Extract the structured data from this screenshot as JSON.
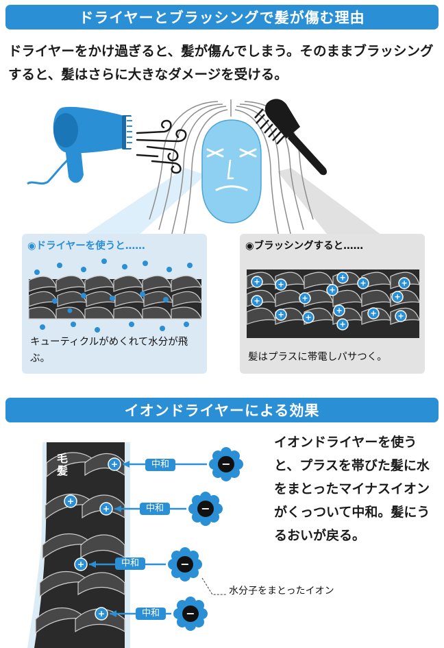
{
  "colors": {
    "accent": "#2a8fd4",
    "banner": "#2a8fd4",
    "face": "#8dd0f2",
    "dark_hair": "#1f1f1f",
    "light_panel": "#dbe9f5",
    "gray_panel": "#e3e3e3"
  },
  "section1": {
    "title": "ドライヤーとブラッシングで髪が傷む理由",
    "intro": "ドライヤーをかけ過ぎると、髪が傷んでしまう。そのままブラッシングすると、髪はさらに大きなダメージを受ける。",
    "icons": [
      "hair-dryer-icon",
      "brush-icon",
      "face-icon",
      "wind-icon"
    ],
    "dryer_panel": {
      "title": "◉ドライヤーを使うと……",
      "caption": "キューティクルがめくれて水分が飛ぶ。"
    },
    "brush_panel": {
      "title": "◉ブラッシングすると……",
      "caption": "髪はプラスに帯電しパサつく。",
      "plus_symbol": "+"
    }
  },
  "section2": {
    "title": "イオンドライヤーによる効果",
    "hair_label": "毛髪",
    "neutralize_label": "中和",
    "plus_symbol": "+",
    "minus_symbol": "−",
    "callout": "水分子をまとったイオン",
    "text": "イオンドライヤーを使うと、プラスを帯びた髪に水をまとったマイナスイオンがくっついて中和。髪にうるおいが戻る。"
  }
}
